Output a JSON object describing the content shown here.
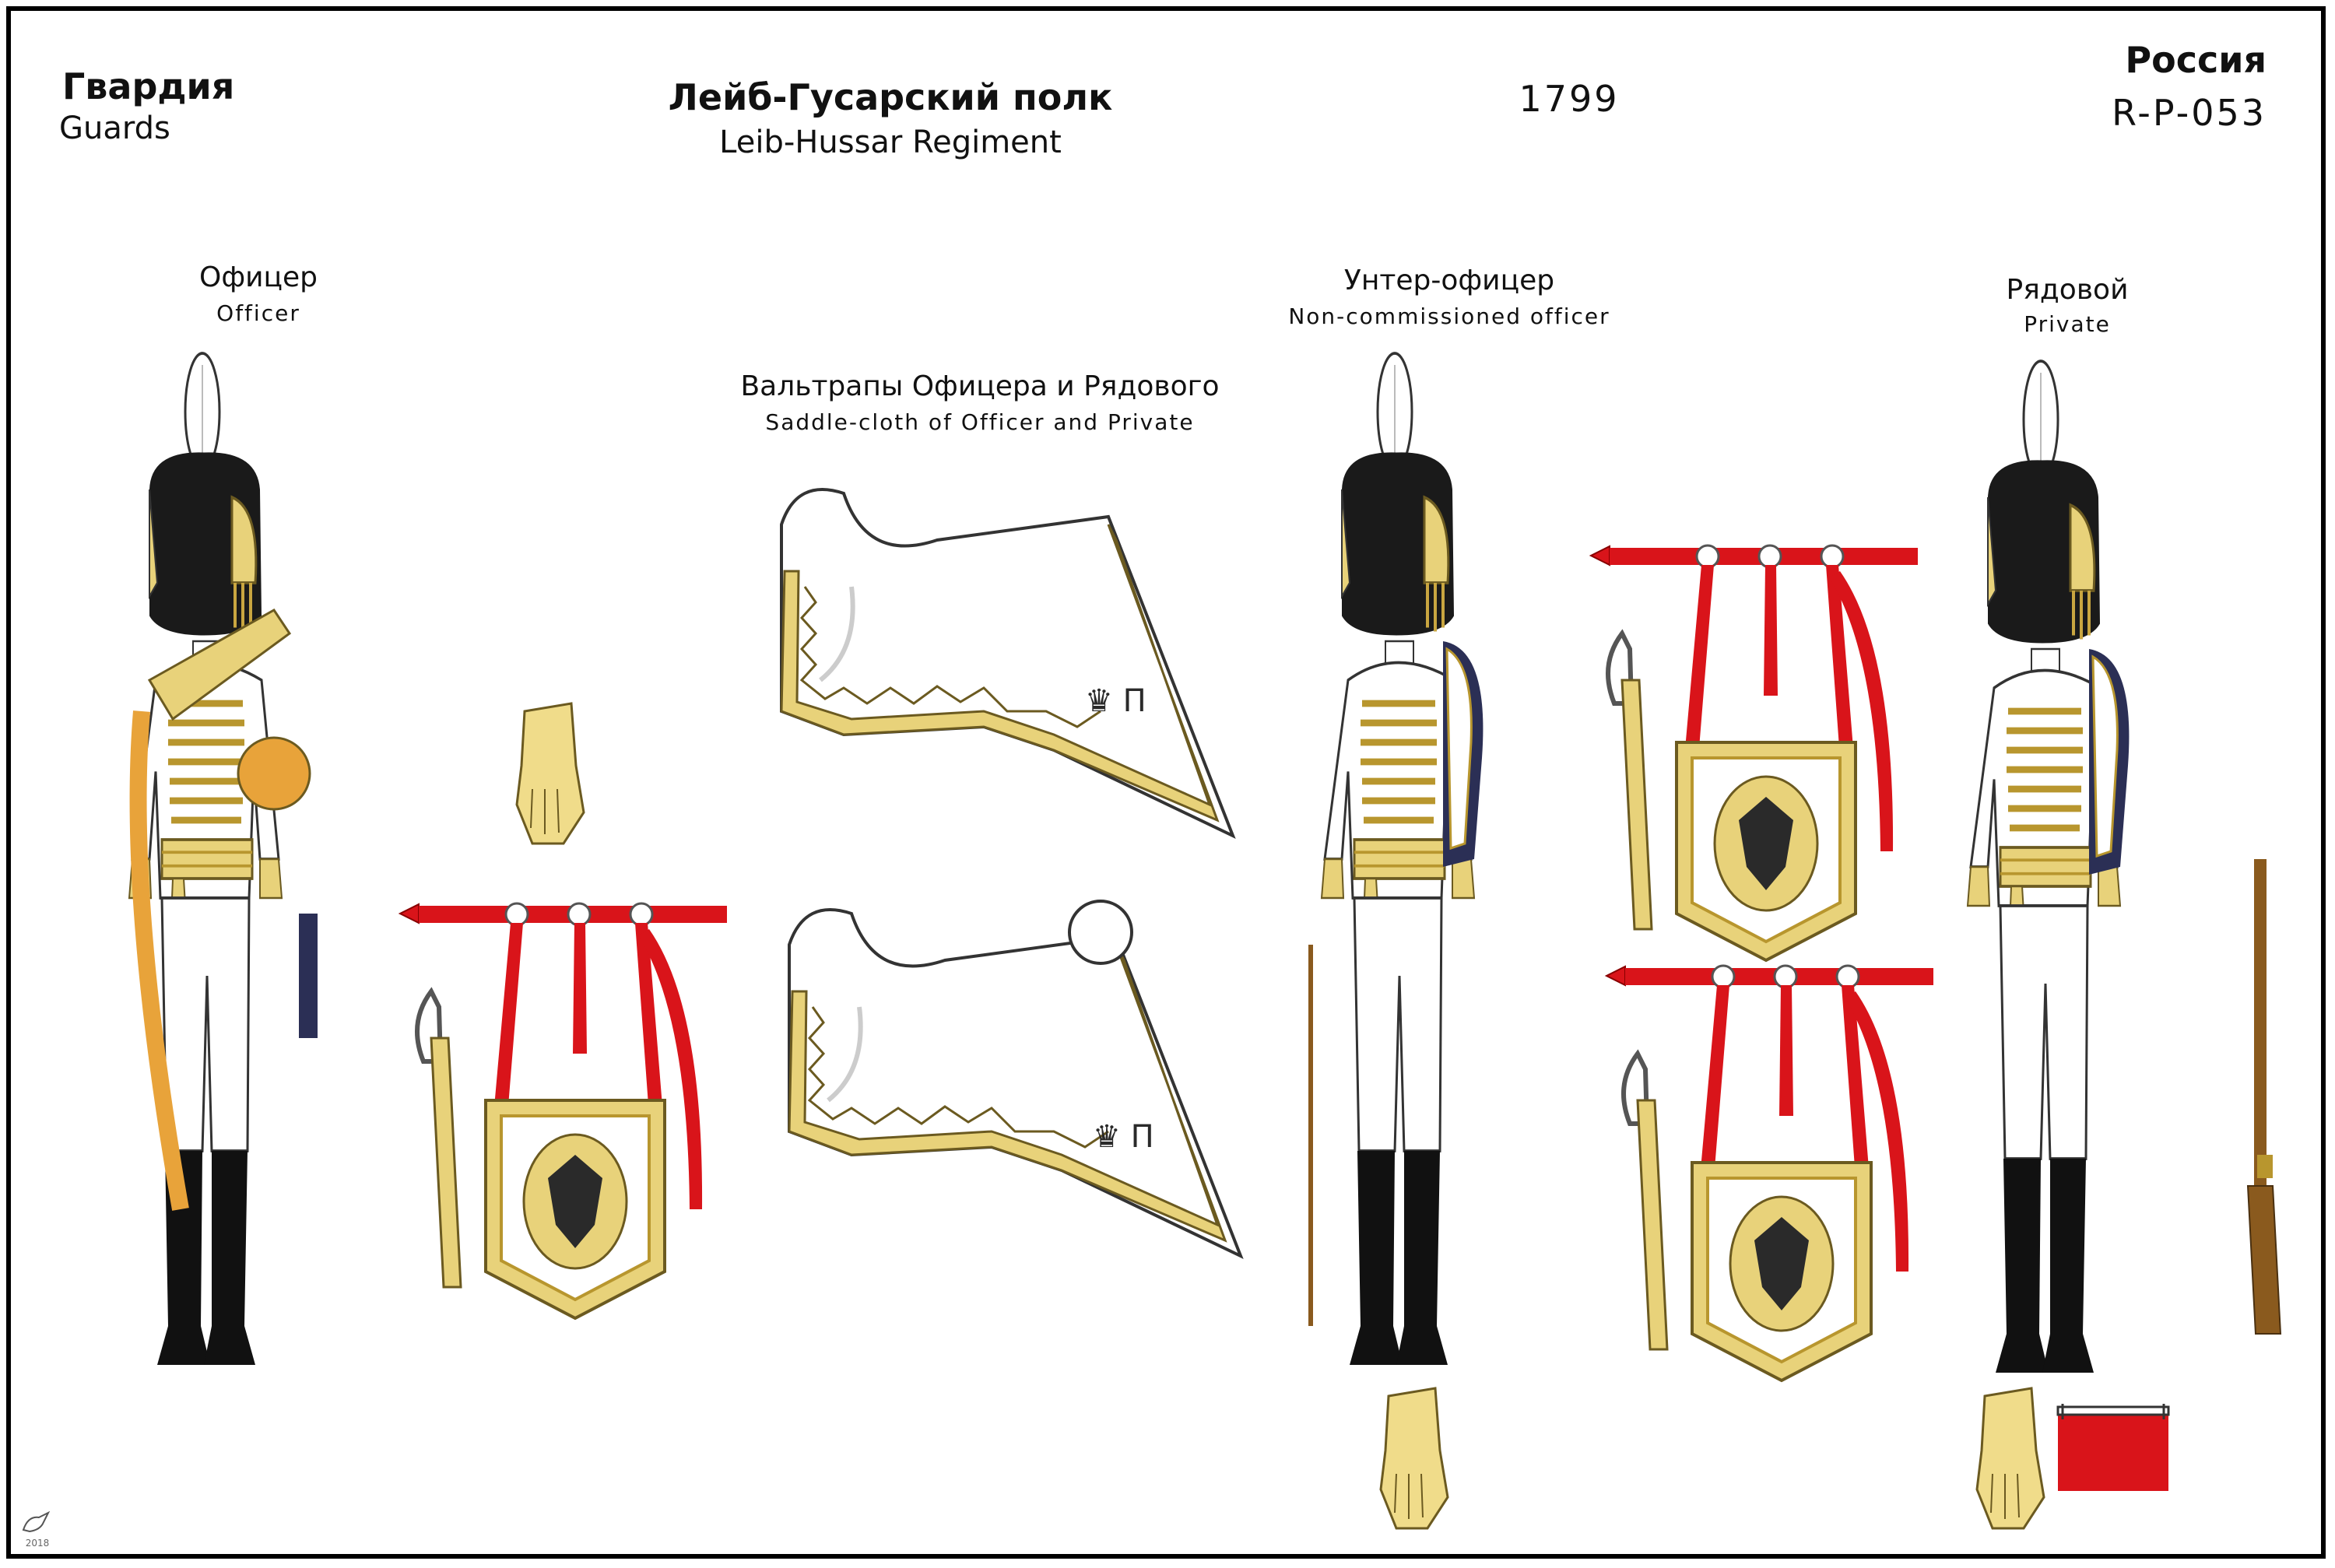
{
  "header": {
    "category_ru": "Гвардия",
    "category_en": "Guards",
    "regiment_ru": "Лейб-Гусарский полк",
    "regiment_en": "Leib-Hussar Regiment",
    "year": "1799",
    "country_ru": "Россия",
    "code": "R-P-053"
  },
  "figures": {
    "officer": {
      "label_ru": "Офицер",
      "label_en": "Officer"
    },
    "nco": {
      "label_ru": "Унтер-офицер",
      "label_en": "Non-commissioned officer"
    },
    "private": {
      "label_ru": "Рядовой",
      "label_en": "Private"
    }
  },
  "saddlecloth": {
    "label_ru": "Вальтрапы Офицера и Рядового",
    "label_en": "Saddle-cloth of Officer and Private"
  },
  "signature_mark": "2018",
  "colors": {
    "uniform_white": "#ffffff",
    "lace_gold": "#e8d27a",
    "gold_dark": "#b8962e",
    "busby_black": "#1a1a1a",
    "pelisse_fur_navy": "#2b2f55",
    "sabretache_red": "#d9141a",
    "boot_black": "#111111",
    "glove_yellow": "#f0dc8a",
    "musket_brown": "#8a5a1e"
  },
  "icons": [
    "plume-icon",
    "busby-icon",
    "eagle-icon",
    "glove-icon",
    "sabre-icon",
    "musket-icon",
    "sabretache-icon",
    "cypher-icon"
  ]
}
